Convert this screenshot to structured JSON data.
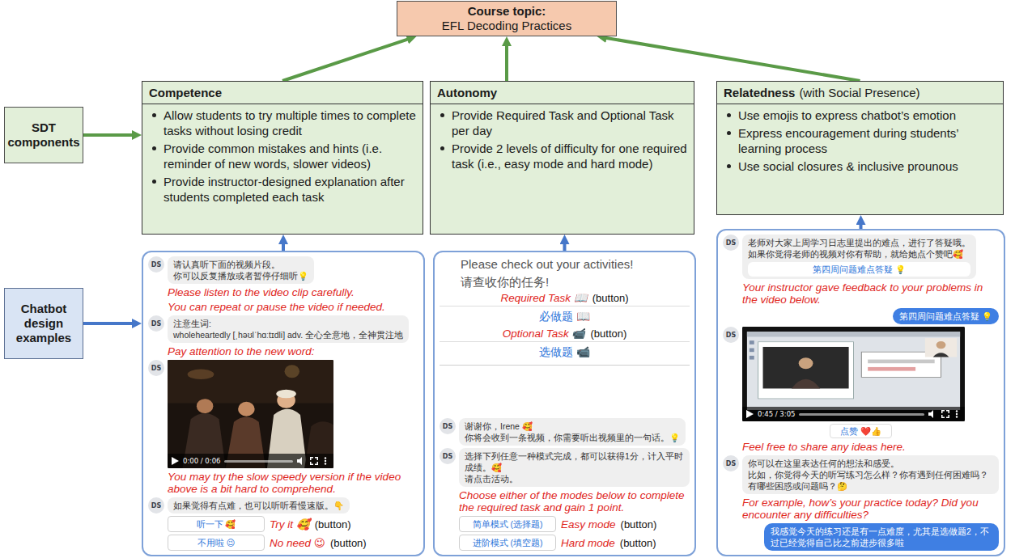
{
  "diagram": {
    "nodes": [
      {
        "text": [
          "Course topic:",
          "EFL Decoding Practices"
        ]
      },
      {
        "text": [
          "SDT components"
        ]
      },
      {
        "text": [
          "Competence",
          "Allow students to try multiple times to complete tasks without losing credit",
          "Provide common mistakes and hints (i.e. reminder of new words, slower videos)",
          "Provide instructor-designed explanation after students completed each task"
        ]
      },
      {
        "text": [
          "Autonomy",
          "Provide Required Task and Optional Task per day",
          "Provide 2 levels of difficulty for one required task (i.e., easy mode and hard mode)"
        ]
      },
      {
        "text": [
          "Relatedness",
          "(with Social Presence)",
          "Use emojis to express chatbot’s emotion",
          "Express encouragement during students’ learning process",
          "Use social closures & inclusive prounous"
        ]
      },
      {
        "text": [
          "Chatbot design examples"
        ]
      },
      {
        "text": []
      },
      {
        "text": [
          "DS"
        ],
        "in": 6
      },
      {
        "text": [
          "请认真听下面的视频片段。",
          "你可以反复播放或者暂停仔细听💡"
        ],
        "in": 6
      },
      {
        "text": [
          "DS"
        ],
        "in": 6
      },
      {
        "text": [
          "注意生词:",
          "wholeheartedly [ˌhəʊlˈhɑːtɪdli] adv. 全心全意地，全神贯注地"
        ],
        "in": 6
      },
      {
        "text": [
          "DS"
        ],
        "in": 6
      },
      {
        "text": [
          "DS"
        ],
        "in": 6
      },
      {
        "text": [
          "如果觉得有点难，也可以听听看慢速版。👇"
        ],
        "in": 6
      },
      {
        "text": [
          "听一下 🥰"
        ],
        "in": 6
      },
      {
        "text": [
          "不用啦 😉"
        ],
        "in": 6
      },
      {
        "text": [
          "Please check out your activities!",
          "请查收你的任务!"
        ]
      },
      {
        "text": [
          "必做题 📖"
        ],
        "in": 16
      },
      {
        "text": [
          "选做题 📹"
        ],
        "in": 16
      },
      {
        "text": [
          "DS"
        ],
        "in": 16
      },
      {
        "text": [
          "谢谢你，Irene 🥰",
          "你将会收到一条视频，你需要听出视频里的一句话。💡"
        ],
        "in": 16
      },
      {
        "text": [
          "DS"
        ],
        "in": 16
      },
      {
        "text": [
          "选择下列任意一种模式完成，都可以获得1分，计入平时成绩。🥰",
          "请点击活动。"
        ],
        "in": 16
      },
      {
        "text": [
          "简单模式 (选择题)"
        ],
        "in": 16
      },
      {
        "text": [
          "进阶模式 (填空题)"
        ],
        "in": 16
      },
      {
        "text": []
      },
      {
        "text": [
          "DS"
        ],
        "in": 25
      },
      {
        "text": [
          "老师对大家上周学习日志里提出的难点，进行了答疑哦。",
          "如果你觉得老师的视频对你有帮助，就给她点个赞吧🥰"
        ],
        "in": 25
      },
      {
        "text": [
          "第四周问题难点答疑 💡"
        ],
        "in": 27
      },
      {
        "text": [
          "第四周问题难点答疑 💡"
        ],
        "in": 25
      },
      {
        "text": [
          "DS"
        ],
        "in": 25
      },
      {
        "text": [
          "点赞 ❤️👍"
        ],
        "in": 25
      },
      {
        "text": [
          "DS"
        ],
        "in": 25
      },
      {
        "text": [
          "你可以在这里表达任何的想法和感受。",
          "比如，你觉得今天的听写练习怎么样？你有遇到任何困难吗？有哪些困惑或问题吗？🤔"
        ],
        "in": 25
      },
      {
        "text": [
          "我感觉今天的练习还是有一点难度，尤其是选做题2，不过已经觉得自己比之前进步很多啦"
        ],
        "in": 25
      }
    ],
    "edges": [
      {
        "from": 2,
        "to": 0,
        "arrow": "to"
      },
      {
        "from": 3,
        "to": 0,
        "arrow": "to"
      },
      {
        "from": 4,
        "to": 0,
        "arrow": "to"
      },
      {
        "from": 1,
        "to": 2,
        "arrow": "to"
      },
      {
        "from": 5,
        "to": 6,
        "arrow": "to"
      },
      {
        "from": 6,
        "to": 2,
        "arrow": "to"
      },
      {
        "from": 16,
        "to": 3,
        "arrow": "to"
      },
      {
        "from": 25,
        "to": 4,
        "arrow": "to"
      }
    ],
    "labels": [
      "Please listen to the video clip carefully.",
      "You can repeat or pause the video if needed.",
      "Pay attention to the new word:",
      "0:00 / 0:06",
      "You may try the slow speedy version if the video above is a bit hard to comprehend.",
      "Try it 🥰",
      "(button)",
      "No need 😉",
      "(button)",
      "Required Task 📖",
      "(button)",
      "Optional Task 📹",
      "(button)",
      "Choose either of the modes below to complete the required task and gain 1 point.",
      "Easy mode",
      "(button)",
      "Hard mode",
      "(button)",
      "Your instructor gave feedback to your problems in the video below.",
      "0:45 / 3:05",
      "Feel free to share any ideas here.",
      "For example, how’s your practice today? Did you encounter any difficulties?"
    ]
  }
}
